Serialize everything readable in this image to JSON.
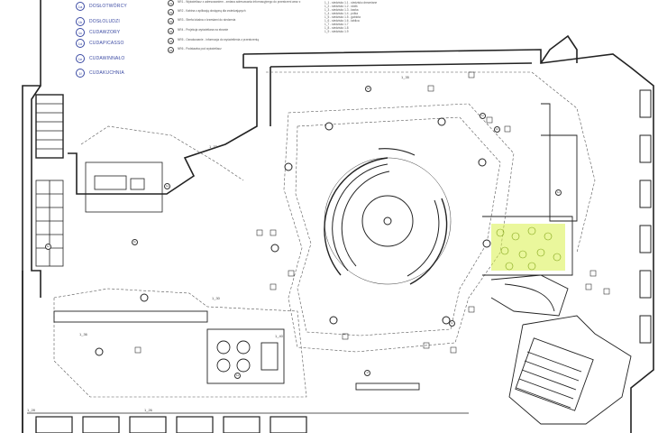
{
  "legend": [
    {
      "code": "1a",
      "label": "DOSŁOTWÓRCY"
    },
    {
      "code": "1b",
      "label": "DOSŁOLUDZI"
    },
    {
      "code": "1c",
      "label": "CUDAWZORY"
    },
    {
      "code": "1d",
      "label": "CUDAPICASSO"
    },
    {
      "code": "1e",
      "label": "CUDAWINNAŁO"
    },
    {
      "code": "1f",
      "label": "CUDAKUCHNIA"
    }
  ],
  "notes": [
    {
      "code": "N1",
      "text": "NR1 - Wyświetlacz z adresowaniem - zmiana adresowania informacyjnego do przestrzeni wraz z"
    },
    {
      "code": "N2",
      "text": "NR2 - Kabina z aplikacją dostępną dla zwiedzających"
    },
    {
      "code": "N3",
      "text": "NR3 - Strefa lokalna z krzesłami do siedzenia"
    },
    {
      "code": "N4",
      "text": "NR4 - Projekcja wyświetlana na ekranie"
    },
    {
      "code": "N5",
      "text": "NR5 - Oznakowanie - informacja do wyświetlenia z przestrzenią"
    },
    {
      "code": "N6",
      "text": "NR6 - Podstawka pod wyświetlacz"
    }
  ],
  "keylist": [
    "1_1 - siedzisko 1.1 - siedzisko drewniane",
    "1_2 - siedzisko 1.2 - stolik",
    "1_3 - siedzisko 1.3 - ławka",
    "1_4 - siedzisko 1.4 - półka",
    "1_5 - siedzisko 1.5 - gablota",
    "1_6 - siedzisko 1.6 - tablica",
    "1_7 - siedzisko 1.7",
    "1_8 - siedzisko 1.8",
    "1_9 - siedzisko 1.9"
  ],
  "room_labels": [
    {
      "text": "1_35"
    },
    {
      "text": "1_32"
    },
    {
      "text": "1_30"
    },
    {
      "text": "1_36"
    },
    {
      "text": "1_40"
    },
    {
      "text": "1_28"
    },
    {
      "text": "1_26"
    }
  ],
  "tags": [
    "1a",
    "1b",
    "1c",
    "1d",
    "1e",
    "1f",
    "1a",
    "1c",
    "1d",
    "1e"
  ],
  "colors": {
    "line": "#222222",
    "dashed": "#555555",
    "legend_accent": "#3b4aa3",
    "garden": "#d9f04a"
  }
}
